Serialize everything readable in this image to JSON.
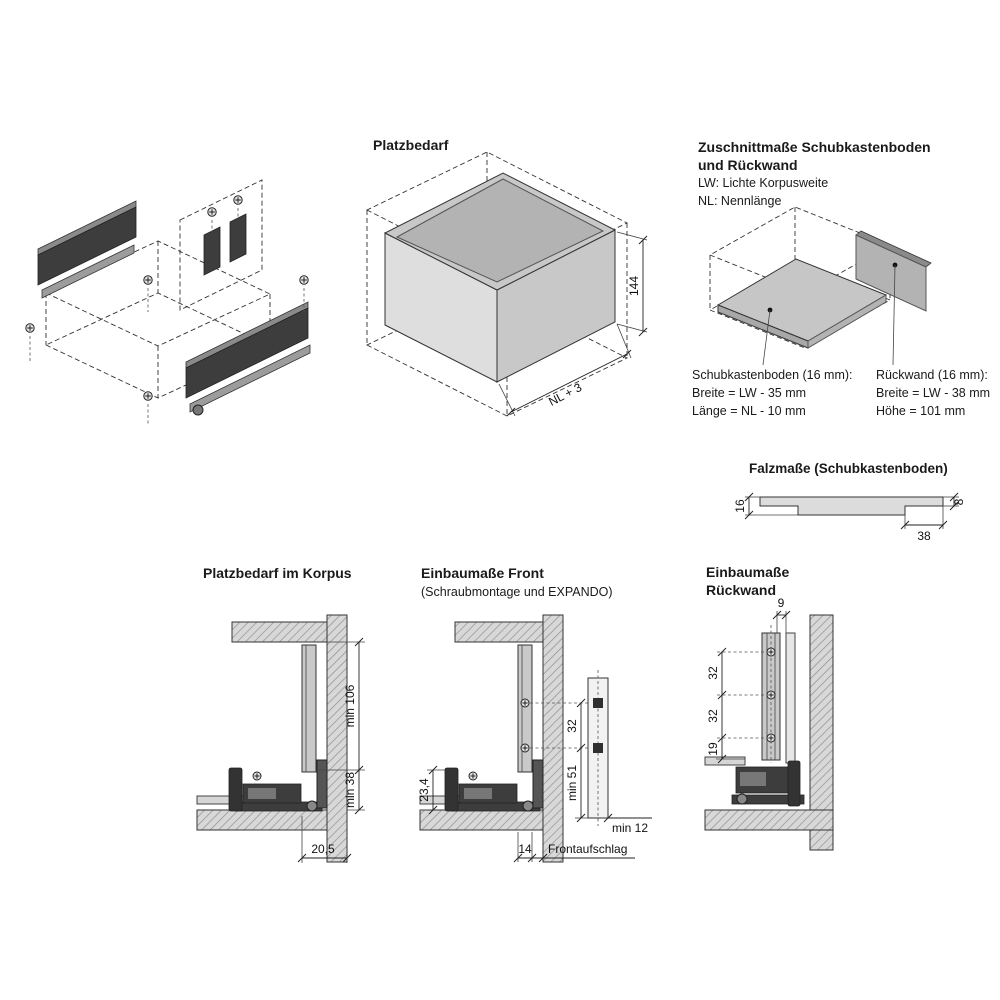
{
  "platzbedarf": {
    "title": "Platzbedarf",
    "dim_height": "144",
    "dim_depth": "NL + 3"
  },
  "zuschnitt": {
    "title_line1": "Zuschnittmaße Schubkastenboden",
    "title_line2": "und Rückwand",
    "legend_lw": "LW: Lichte Korpusweite",
    "legend_nl": "NL: Nennlänge",
    "boden_heading": "Schubkastenboden (16 mm):",
    "boden_breite": "Breite = LW - 35 mm",
    "boden_laenge": "Länge = NL - 10 mm",
    "rueckwand_heading": "Rückwand (16 mm):",
    "rueckwand_breite": "Breite = LW - 38 mm",
    "rueckwand_hoehe": "Höhe = 101 mm"
  },
  "falzmasse": {
    "title": "Falzmaße (Schubkastenboden)",
    "dim_thickness": "16",
    "dim_rabbet_length": "38",
    "dim_rabbet_thickness": "8"
  },
  "korpus": {
    "title": "Platzbedarf im Korpus",
    "dim_top": "min 106",
    "dim_bottom": "min 38",
    "dim_front": "20,5"
  },
  "front": {
    "title": "Einbaumaße Front",
    "subtitle": "(Schraubmontage und EXPANDO)",
    "dim_left": "23,4",
    "dim_hole_spacing": "32",
    "dim_bottom_hole": "min 51",
    "dim_min12": "min 12",
    "dim_14": "14",
    "label_frontaufschlag": "Frontaufschlag"
  },
  "rueckwand": {
    "title_line1": "Einbaumaße",
    "title_line2": "Rückwand",
    "dim_9": "9",
    "dim_32_upper": "32",
    "dim_32_lower": "32",
    "dim_19": "19"
  }
}
